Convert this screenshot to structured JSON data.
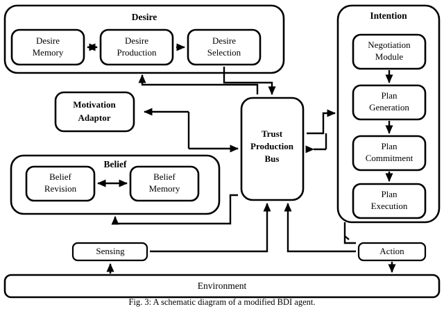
{
  "figure": {
    "caption": "Fig. 3: A schematic diagram of a modified BDI agent."
  },
  "groups": {
    "desire": {
      "title": "Desire",
      "nodes": [
        {
          "id": "desire-memory",
          "line1": "Desire",
          "line2": "Memory"
        },
        {
          "id": "desire-production",
          "line1": "Desire",
          "line2": "Production"
        },
        {
          "id": "desire-selection",
          "line1": "Desire",
          "line2": "Selection"
        }
      ]
    },
    "belief": {
      "title": "Belief",
      "nodes": [
        {
          "id": "belief-revision",
          "line1": "Belief",
          "line2": "Revision"
        },
        {
          "id": "belief-memory",
          "line1": "Belief",
          "line2": "Memory"
        }
      ]
    },
    "intention": {
      "title": "Intention",
      "nodes": [
        {
          "id": "negotiation-module",
          "line1": "Negotiation",
          "line2": "Module"
        },
        {
          "id": "plan-generation",
          "line1": "Plan",
          "line2": "Generation"
        },
        {
          "id": "plan-commitment",
          "line1": "Plan",
          "line2": "Commitment"
        },
        {
          "id": "plan-execution",
          "line1": "Plan",
          "line2": "Execution"
        }
      ]
    }
  },
  "nodes": {
    "motivation_adaptor": {
      "line1": "Motivation",
      "line2": "Adaptor"
    },
    "trust_production_bus": {
      "line1": "Trust",
      "line2": "Production",
      "line3": "Bus"
    },
    "sensing": {
      "label": "Sensing"
    },
    "action": {
      "label": "Action"
    },
    "environment": {
      "label": "Environment"
    }
  },
  "colors": {
    "stroke": "#000000",
    "fill": "#ffffff"
  }
}
